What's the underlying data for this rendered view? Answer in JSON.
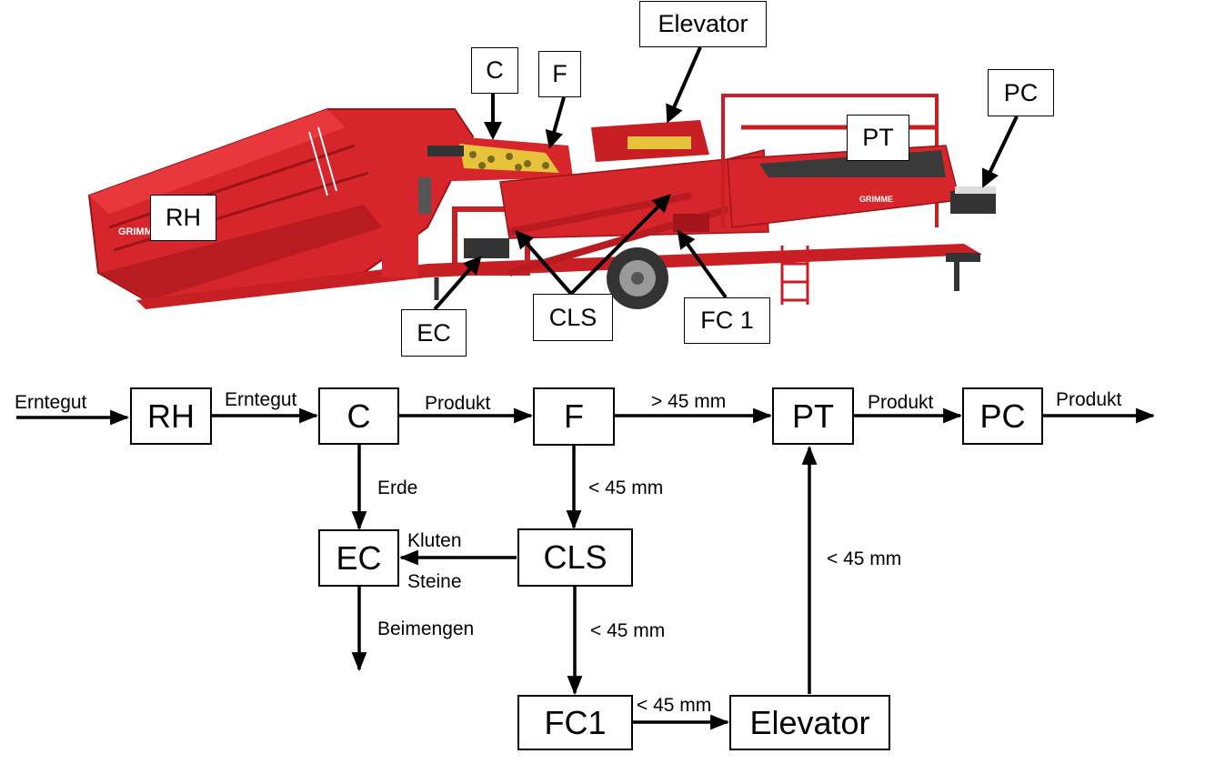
{
  "machine": {
    "callouts": {
      "rh": "RH",
      "c": "C",
      "f": "F",
      "elevator": "Elevator",
      "pt": "PT",
      "pc": "PC",
      "ec": "EC",
      "cls": "CLS",
      "fc1": "FC 1"
    },
    "brand_text": "GRIMME",
    "colors": {
      "body": "#d7262b",
      "body_dark": "#a3151a",
      "frame": "#c71f24"
    }
  },
  "flow": {
    "nodes": {
      "rh": "RH",
      "c": "C",
      "f": "F",
      "pt": "PT",
      "pc": "PC",
      "ec": "EC",
      "cls": "CLS",
      "fc1": "FC1",
      "elevator": "Elevator"
    },
    "edges": {
      "in_to_rh": "Erntegut",
      "rh_to_c": "Erntegut",
      "c_to_f": "Produkt",
      "f_to_pt": "> 45 mm",
      "pt_to_pc": "Produkt",
      "pc_out": "Produkt",
      "c_to_ec": "Erde",
      "f_to_cls": "< 45 mm",
      "cls_to_ec_1": "Kluten",
      "cls_to_ec_2": "Steine",
      "ec_out": "Beimengen",
      "cls_to_fc1": "< 45 mm",
      "fc1_to_elevator": "< 45 mm",
      "elevator_to_pt": "< 45 mm"
    }
  }
}
